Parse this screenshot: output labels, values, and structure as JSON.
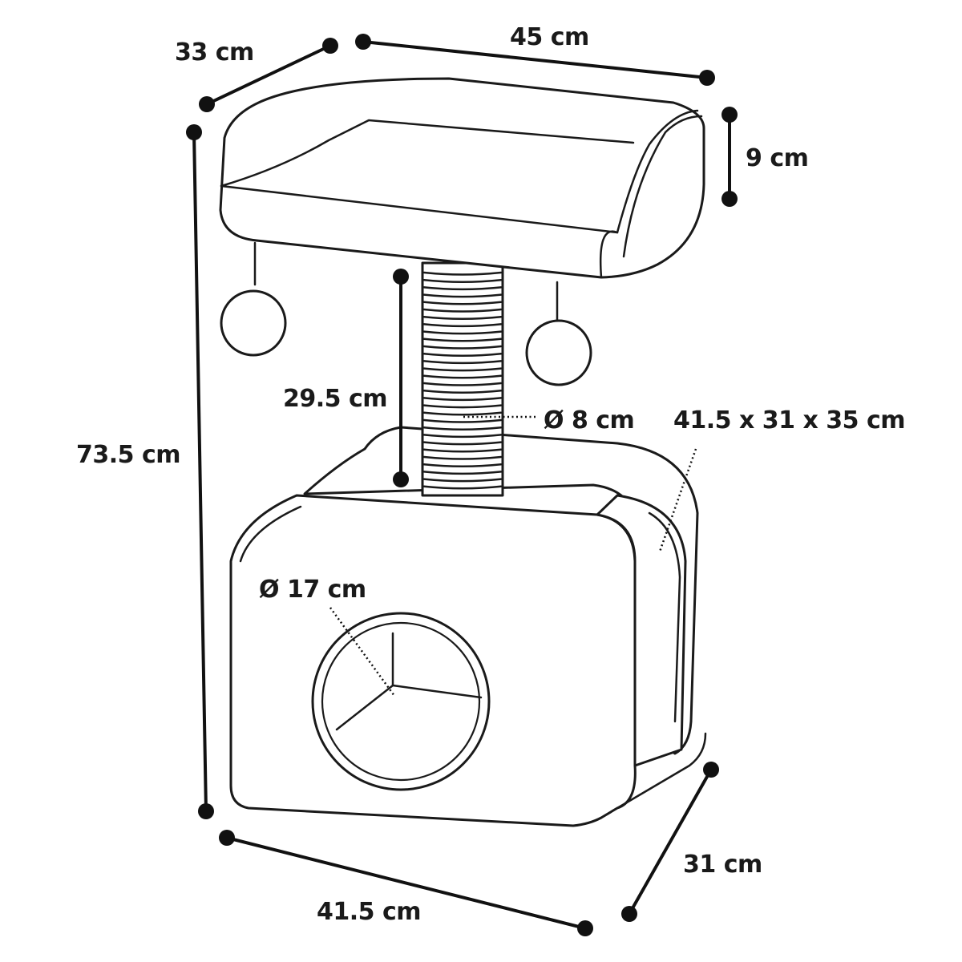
{
  "diagram": {
    "labels": {
      "top_depth": "33 cm",
      "top_width": "45 cm",
      "top_height": "9 cm",
      "total_height": "73.5 cm",
      "post_height": "29.5 cm",
      "post_diameter": "Ø 8 cm",
      "base_dimensions": "41.5 x 31 x 35 cm",
      "hole_diameter": "Ø 17 cm",
      "base_width": "41.5 cm",
      "base_depth": "31 cm"
    }
  }
}
